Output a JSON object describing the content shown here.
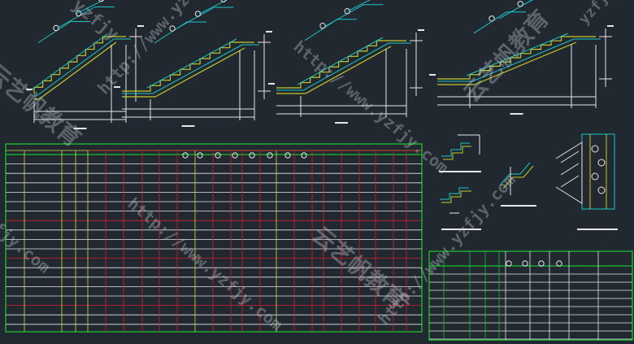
{
  "colors": {
    "background": "#212830",
    "green": "#18c230",
    "red": "#d8202a",
    "yellow": "#d8d84a",
    "cyan": "#19c6c8",
    "white": "#e6e6e6",
    "stair_yellow": "#c8c82a"
  },
  "watermarks": {
    "cn_text": "云艺帆教育",
    "url_text": "http://www.yzfjy.com",
    "short_text": "fjy.com",
    "url_text_top": "yzfjy"
  }
}
